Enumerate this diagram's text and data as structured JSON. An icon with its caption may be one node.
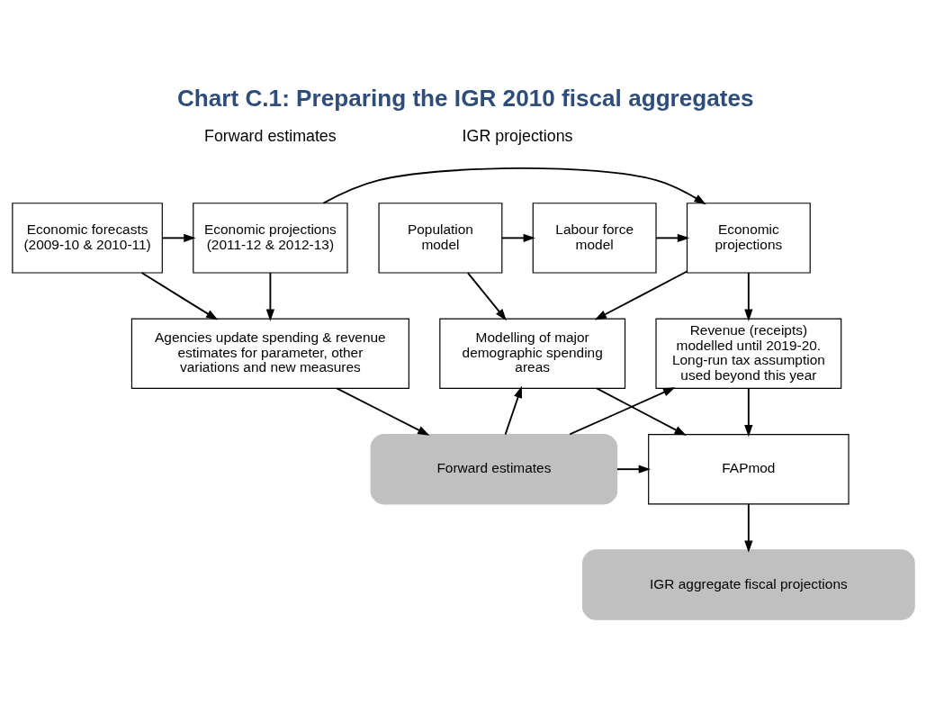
{
  "diagram": {
    "title": "Chart C.1: Preparing the IGR 2010 fiscal aggregates",
    "nodes": [
      {
        "text": [
          "Economic forecasts (2009-10 & 2010-11)"
        ]
      },
      {
        "text": [
          "Economic projections (2011-12 & 2012-13)"
        ]
      },
      {
        "text": [
          "Economic projections"
        ]
      },
      {
        "text": [
          "Labour force model"
        ]
      },
      {
        "text": [
          "Population model"
        ]
      },
      {
        "text": [
          "Agencies update spending & revenue estimates for parameter, other variations and new measures"
        ]
      },
      {
        "text": [
          "Revenue (receipts) modelled until 2019-20. Long-run tax assumption used beyond this year"
        ]
      },
      {
        "text": [
          "Modelling of major demographic spending areas"
        ]
      },
      {
        "text": [
          "Forward estimates"
        ]
      },
      {
        "text": [
          "FAPmod"
        ]
      },
      {
        "text": [
          "IGR aggregate fiscal projections"
        ]
      }
    ],
    "edges": [
      {
        "from": 0,
        "to": 1,
        "arrow": "to"
      },
      {
        "from": 1,
        "to": 2,
        "arrow": "to"
      },
      {
        "from": 3,
        "to": 2,
        "arrow": "to"
      },
      {
        "from": 4,
        "to": 3,
        "arrow": "to"
      },
      {
        "from": 0,
        "to": 5,
        "arrow": "to"
      },
      {
        "from": 1,
        "to": 5,
        "arrow": "to"
      },
      {
        "from": 2,
        "to": 6,
        "arrow": "to"
      },
      {
        "from": 2,
        "to": 7,
        "arrow": "to"
      },
      {
        "from": 4,
        "to": 7,
        "arrow": "to"
      },
      {
        "from": 5,
        "to": 8,
        "arrow": "to"
      },
      {
        "from": 8,
        "to": 6,
        "arrow": "to"
      },
      {
        "from": 8,
        "to": 7,
        "arrow": "to"
      },
      {
        "from": 8,
        "to": 9,
        "arrow": "to"
      },
      {
        "from": 6,
        "to": 9,
        "arrow": "to"
      },
      {
        "from": 7,
        "to": 9,
        "arrow": "to"
      },
      {
        "from": 9,
        "to": 10,
        "arrow": "to"
      }
    ],
    "labels": [
      "Forward estimates",
      "IGR projections"
    ]
  }
}
